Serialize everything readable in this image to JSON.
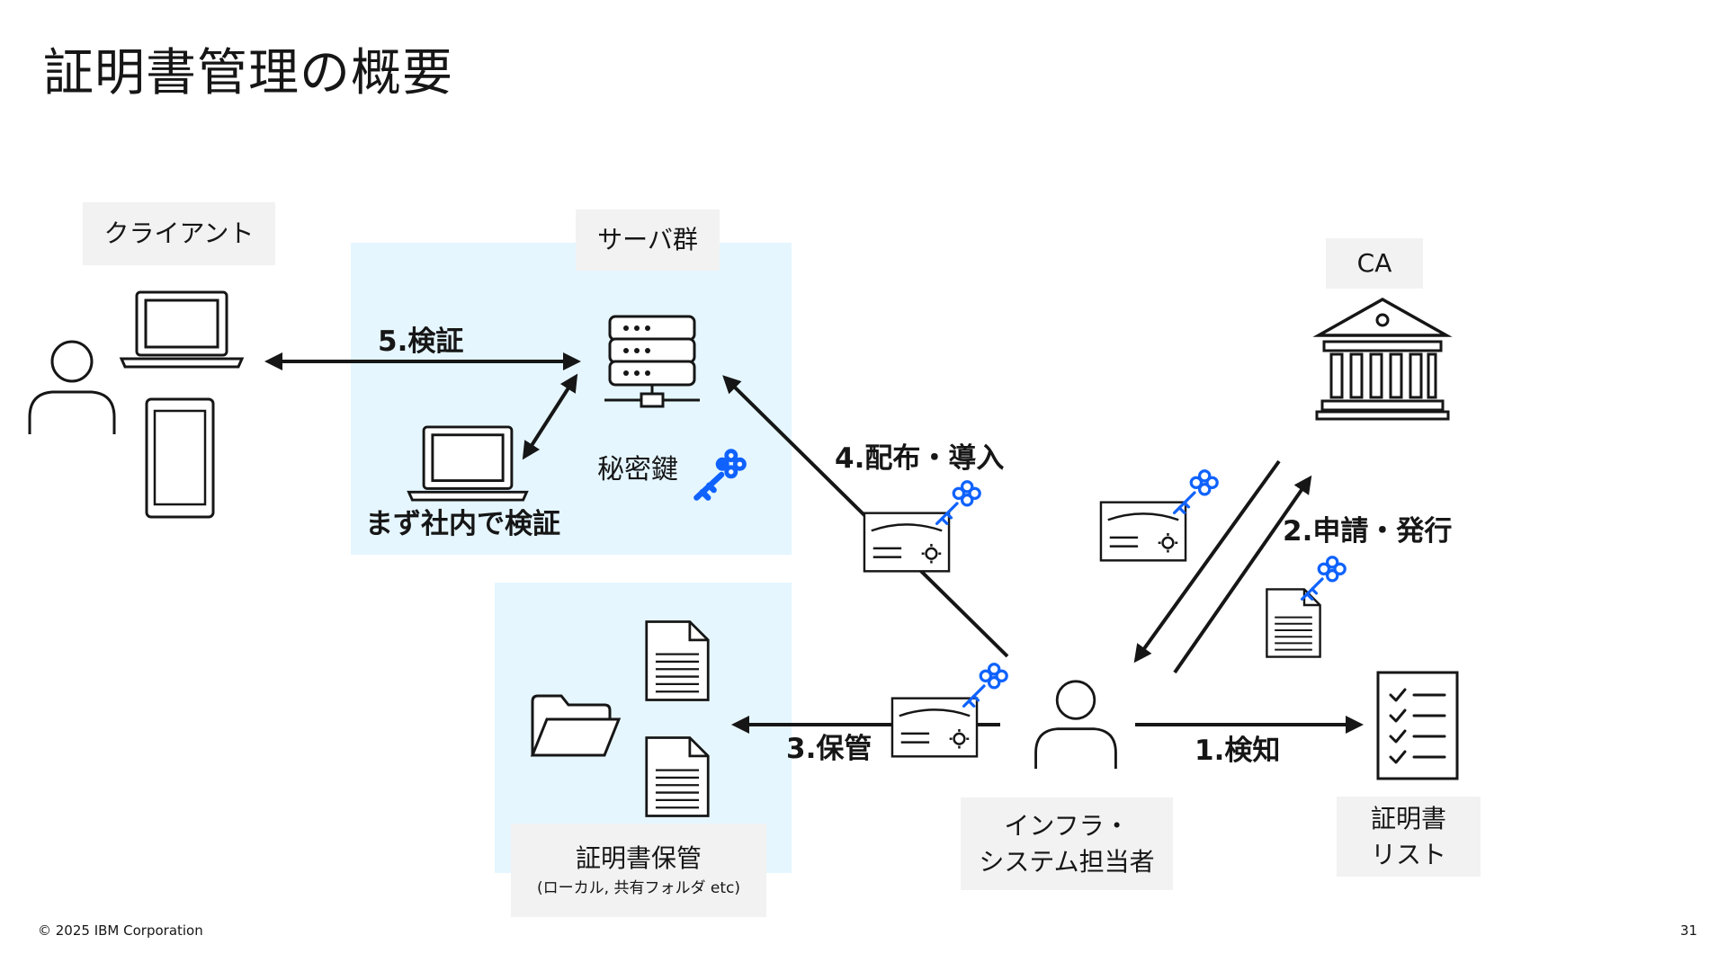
{
  "title": "証明書管理の概要",
  "labels": {
    "client": "クライアント",
    "servers": "サーバ群",
    "ca": "CA",
    "storage": "証明書保管",
    "storage_sub": "(ローカル, 共有フォルダ etc)",
    "admin_line1": "インフラ・",
    "admin_line2": "システム担当者",
    "cert_list_line1": "証明書",
    "cert_list_line2": "リスト",
    "private_key": "秘密鍵",
    "internal_verify": "まず社内で検証"
  },
  "flows": {
    "detect": "1.検知",
    "request_issue": "2.申請・発行",
    "store": "3.保管",
    "distribute": "4.配布・導入",
    "verify": "5.検証"
  },
  "footer": {
    "copyright": "© 2025 IBM Corporation",
    "page_number": "31"
  },
  "icons": [
    "user-icon",
    "laptop-icon",
    "tablet-icon",
    "server-rack-icon",
    "key-icon",
    "certificate-icon",
    "bank-building-icon",
    "document-icon",
    "folder-icon",
    "checklist-icon"
  ],
  "colors": {
    "zone_fill": "#e5f6ff",
    "label_box_fill": "#f2f2f2",
    "key_blue": "#0f62fe",
    "line": "#161616"
  }
}
